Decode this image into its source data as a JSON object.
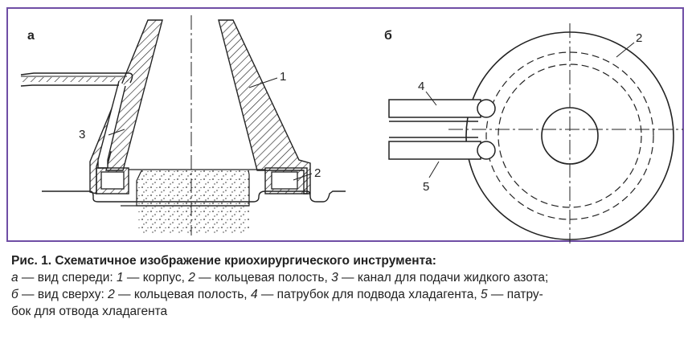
{
  "figure": {
    "panel_a_label": "а",
    "panel_b_label": "б",
    "callouts_a": [
      "1",
      "2",
      "3"
    ],
    "callouts_b": [
      "2",
      "4",
      "5"
    ]
  },
  "caption": {
    "title": "Рис. 1. Схематичное изображение криохирургического инструмента:",
    "line1": {
      "letter": "а",
      "text1": " — вид спереди: ",
      "n1": "1",
      "text2": " — корпус, ",
      "n2": "2",
      "text3": " — кольцевая полость, ",
      "n3": "3",
      "text4": " — канал для подачи жидкого азота;"
    },
    "line2": {
      "letter": "б",
      "text1": " — вид сверху: ",
      "n1": "2",
      "text2": " — кольцевая полость, ",
      "n2": "4",
      "text3": " — патрубок для подвода хладагента, ",
      "n3": "5",
      "text4": " — патру-"
    },
    "line3": "бок для отвода хладагента"
  },
  "colors": {
    "frame": "#6f4ea5",
    "ink": "#222222"
  }
}
